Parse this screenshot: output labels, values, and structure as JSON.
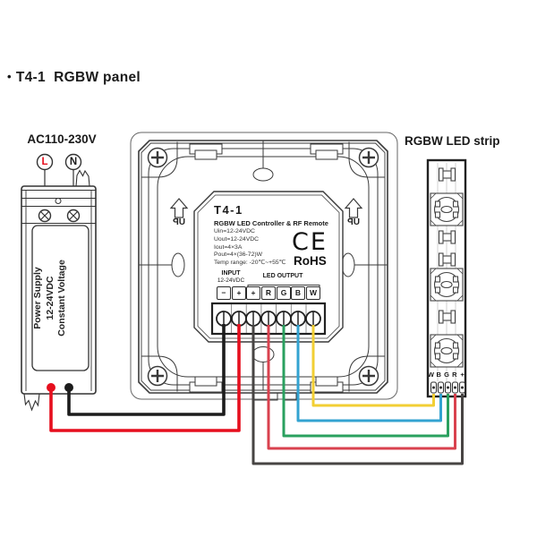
{
  "title": {
    "bullet": "•",
    "text": "T4-1  RGBW panel"
  },
  "power_supply": {
    "ac_label": "AC110-230V",
    "live": "L",
    "neutral": "N",
    "lines": [
      "Power Supply",
      "12-24VDC",
      "Constant Voltage"
    ]
  },
  "panel": {
    "model": "T4-1",
    "subtitle": "RGBW LED Controller & RF Remote",
    "specs": [
      "Uin=12-24VDC",
      "Uout=12-24VDC",
      "Iout=4×3A",
      "Pout=4×(36-72)W",
      "Temp range: -20℃~+55℃"
    ],
    "ce_mark": "CE",
    "rohs": "RoHS",
    "up": "UP",
    "input_label": "INPUT",
    "input_voltage": "12-24VDC",
    "output_label": "LED OUTPUT",
    "terminal_labels": [
      "−",
      "+",
      "+",
      "R",
      "G",
      "B",
      "W"
    ]
  },
  "strip": {
    "title": "RGBW LED strip",
    "pad_labels": [
      "W",
      "B",
      "G",
      "R",
      "+"
    ]
  },
  "colors": {
    "red": "#e60f1e",
    "output_red": "#d9414e",
    "black": "#1c1c1c",
    "dark_gray": "#474443",
    "green": "#2aa05f",
    "blue": "#33a3d1",
    "yellow": "#f2cf34"
  }
}
